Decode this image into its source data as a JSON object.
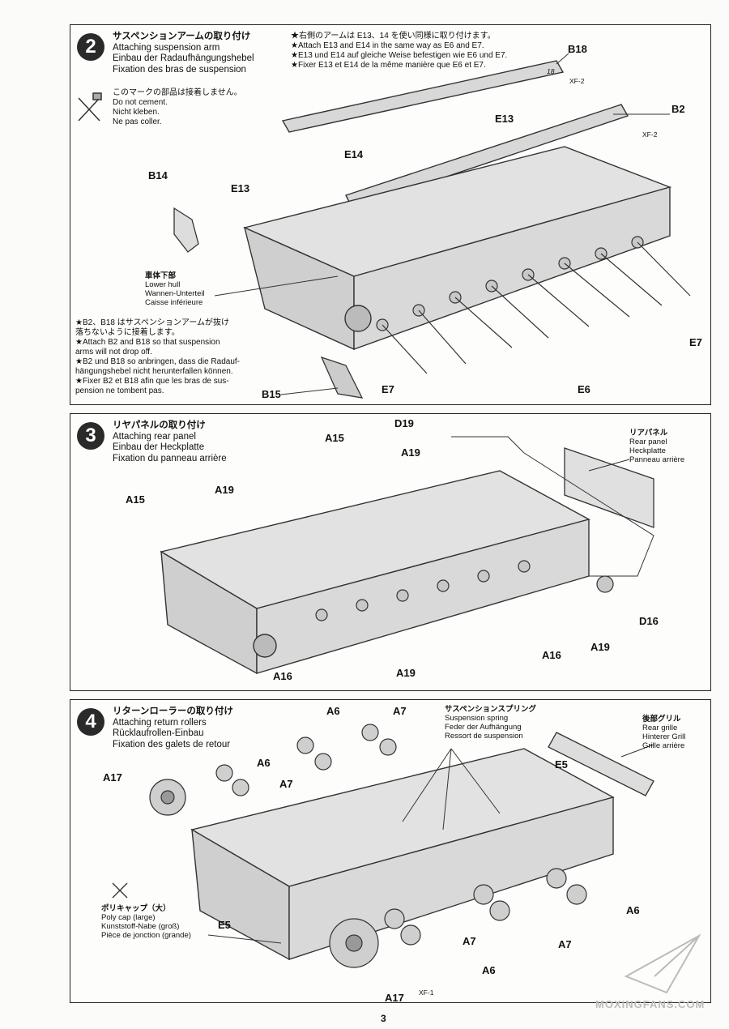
{
  "step2": {
    "number": "2",
    "title_lines": [
      "サスペンションアームの取り付け",
      "Attaching suspension arm",
      "Einbau der Radaufhängungshebel",
      "Fixation des bras de suspension"
    ],
    "note_lines": [
      "★右側のアームは E13、14 を使い同様に取り付けます。",
      "★Attach E13 and E14 in the same way as E6 and E7.",
      "★E13 und E14 auf gleiche Weise befestigen wie E6 und E7.",
      "★Fixer E13 et E14 de la même manière que E6 et E7."
    ],
    "nocement_lines": [
      "このマークの部品は接着しません。",
      "Do not cement.",
      "Nicht kleben.",
      "Ne pas coller."
    ],
    "lowerhull_lines": [
      "車体下部",
      "Lower hull",
      "Wannen-Unterteil",
      "Caisse inférieure"
    ],
    "attach_lines": [
      "★B2、B18 はサスペンションアームが抜け",
      "落ちないように接着します。",
      "★Attach B2 and B18 so that suspension",
      "arms will not drop off.",
      "★B2 und B18 so anbringen, dass die Radauf-",
      "hängungshebel nicht herunterfallen können.",
      "★Fixer B2 et B18 afin que les bras de sus-",
      "pension ne tombent pas."
    ],
    "labels": {
      "b18": "B18",
      "n18": "18",
      "xf2a": "XF-2",
      "b2": "B2",
      "xf2b": "XF-2",
      "e13a": "E13",
      "e14": "E14",
      "e13b": "E13",
      "b14": "B14",
      "e7a": "E7",
      "e7b": "E7",
      "e6": "E6",
      "b15": "B15"
    }
  },
  "step3": {
    "number": "3",
    "title_lines": [
      "リヤパネルの取り付け",
      "Attaching rear panel",
      "Einbau der Heckplatte",
      "Fixation du panneau arrière"
    ],
    "rear_lines": [
      "リアパネル",
      "Rear panel",
      "Heckplatte",
      "Panneau arrière"
    ],
    "labels": {
      "a15a": "A15",
      "d19": "D19",
      "a19a": "A19",
      "a15b": "A15",
      "a19b": "A19",
      "d16": "D16",
      "a19c": "A19",
      "a16a": "A16",
      "a16b": "A16",
      "a19d": "A19"
    }
  },
  "step4": {
    "number": "4",
    "title_lines": [
      "リターンローラーの取り付け",
      "Attaching return rollers",
      "Rücklaufrollen-Einbau",
      "Fixation des galets de retour"
    ],
    "spring_lines": [
      "サスペンションスプリング",
      "Suspension spring",
      "Feder der Aufhängung",
      "Ressort de suspension"
    ],
    "grille_lines": [
      "後部グリル",
      "Rear grille",
      "Hinterer Grill",
      "Grille arrière"
    ],
    "polycap_lines": [
      "ポリキャップ（大）",
      "Poly cap (large)",
      "Kunststoff-Nabe (groß)",
      "Pièce de jonction (grande)"
    ],
    "labels": {
      "a6a": "A6",
      "a7a": "A7",
      "a6b": "A6",
      "a7b": "A7",
      "a17a": "A17",
      "e5a": "E5",
      "e5b": "E5",
      "a6c": "A6",
      "a7c": "A7",
      "a7d": "A7",
      "a6d": "A6",
      "a17b": "A17",
      "xf1": "XF-1"
    }
  },
  "page_number": "3",
  "watermark": "MOXINGFANS.COM"
}
